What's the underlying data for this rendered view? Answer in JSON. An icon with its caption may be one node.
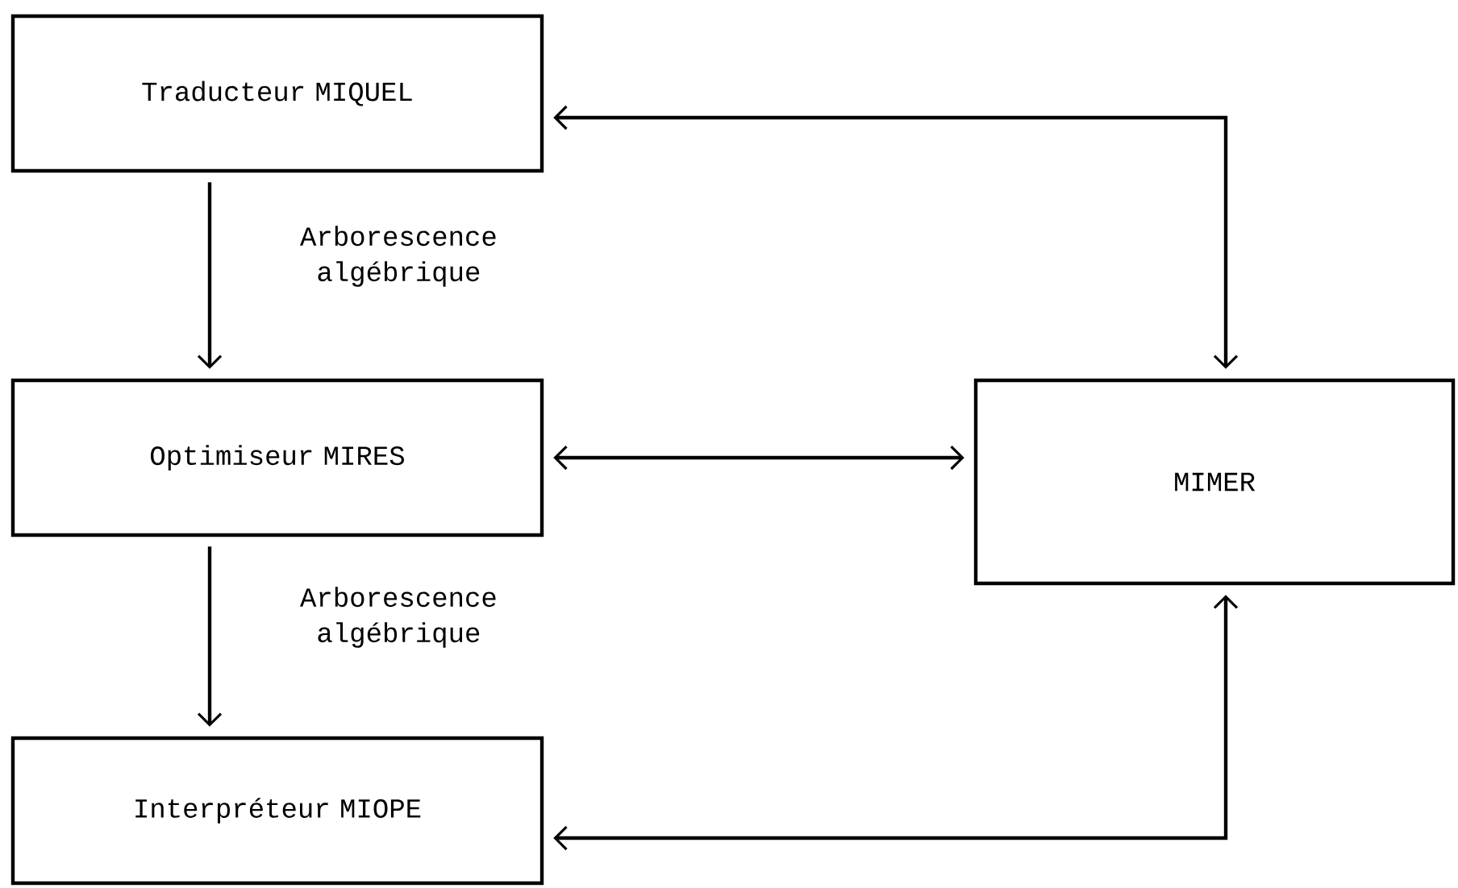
{
  "diagram": {
    "nodes": [
      {
        "text": [
          "Traducteur MIQUEL"
        ]
      },
      {
        "text": [
          "Optimiseur MIRES"
        ]
      },
      {
        "text": [
          "Interpréteur MIOPE"
        ]
      },
      {
        "text": [
          "MIMER"
        ]
      }
    ],
    "edges": [
      {
        "from": 0,
        "to": 1,
        "arrow": "to",
        "label": "Arborescence algébrique"
      },
      {
        "from": 1,
        "to": 2,
        "arrow": "to",
        "label": "Arborescence algébrique"
      },
      {
        "from": 0,
        "to": 3,
        "arrow": "both"
      },
      {
        "from": 1,
        "to": 3,
        "arrow": "both"
      },
      {
        "from": 2,
        "to": 3,
        "arrow": "both"
      }
    ]
  }
}
